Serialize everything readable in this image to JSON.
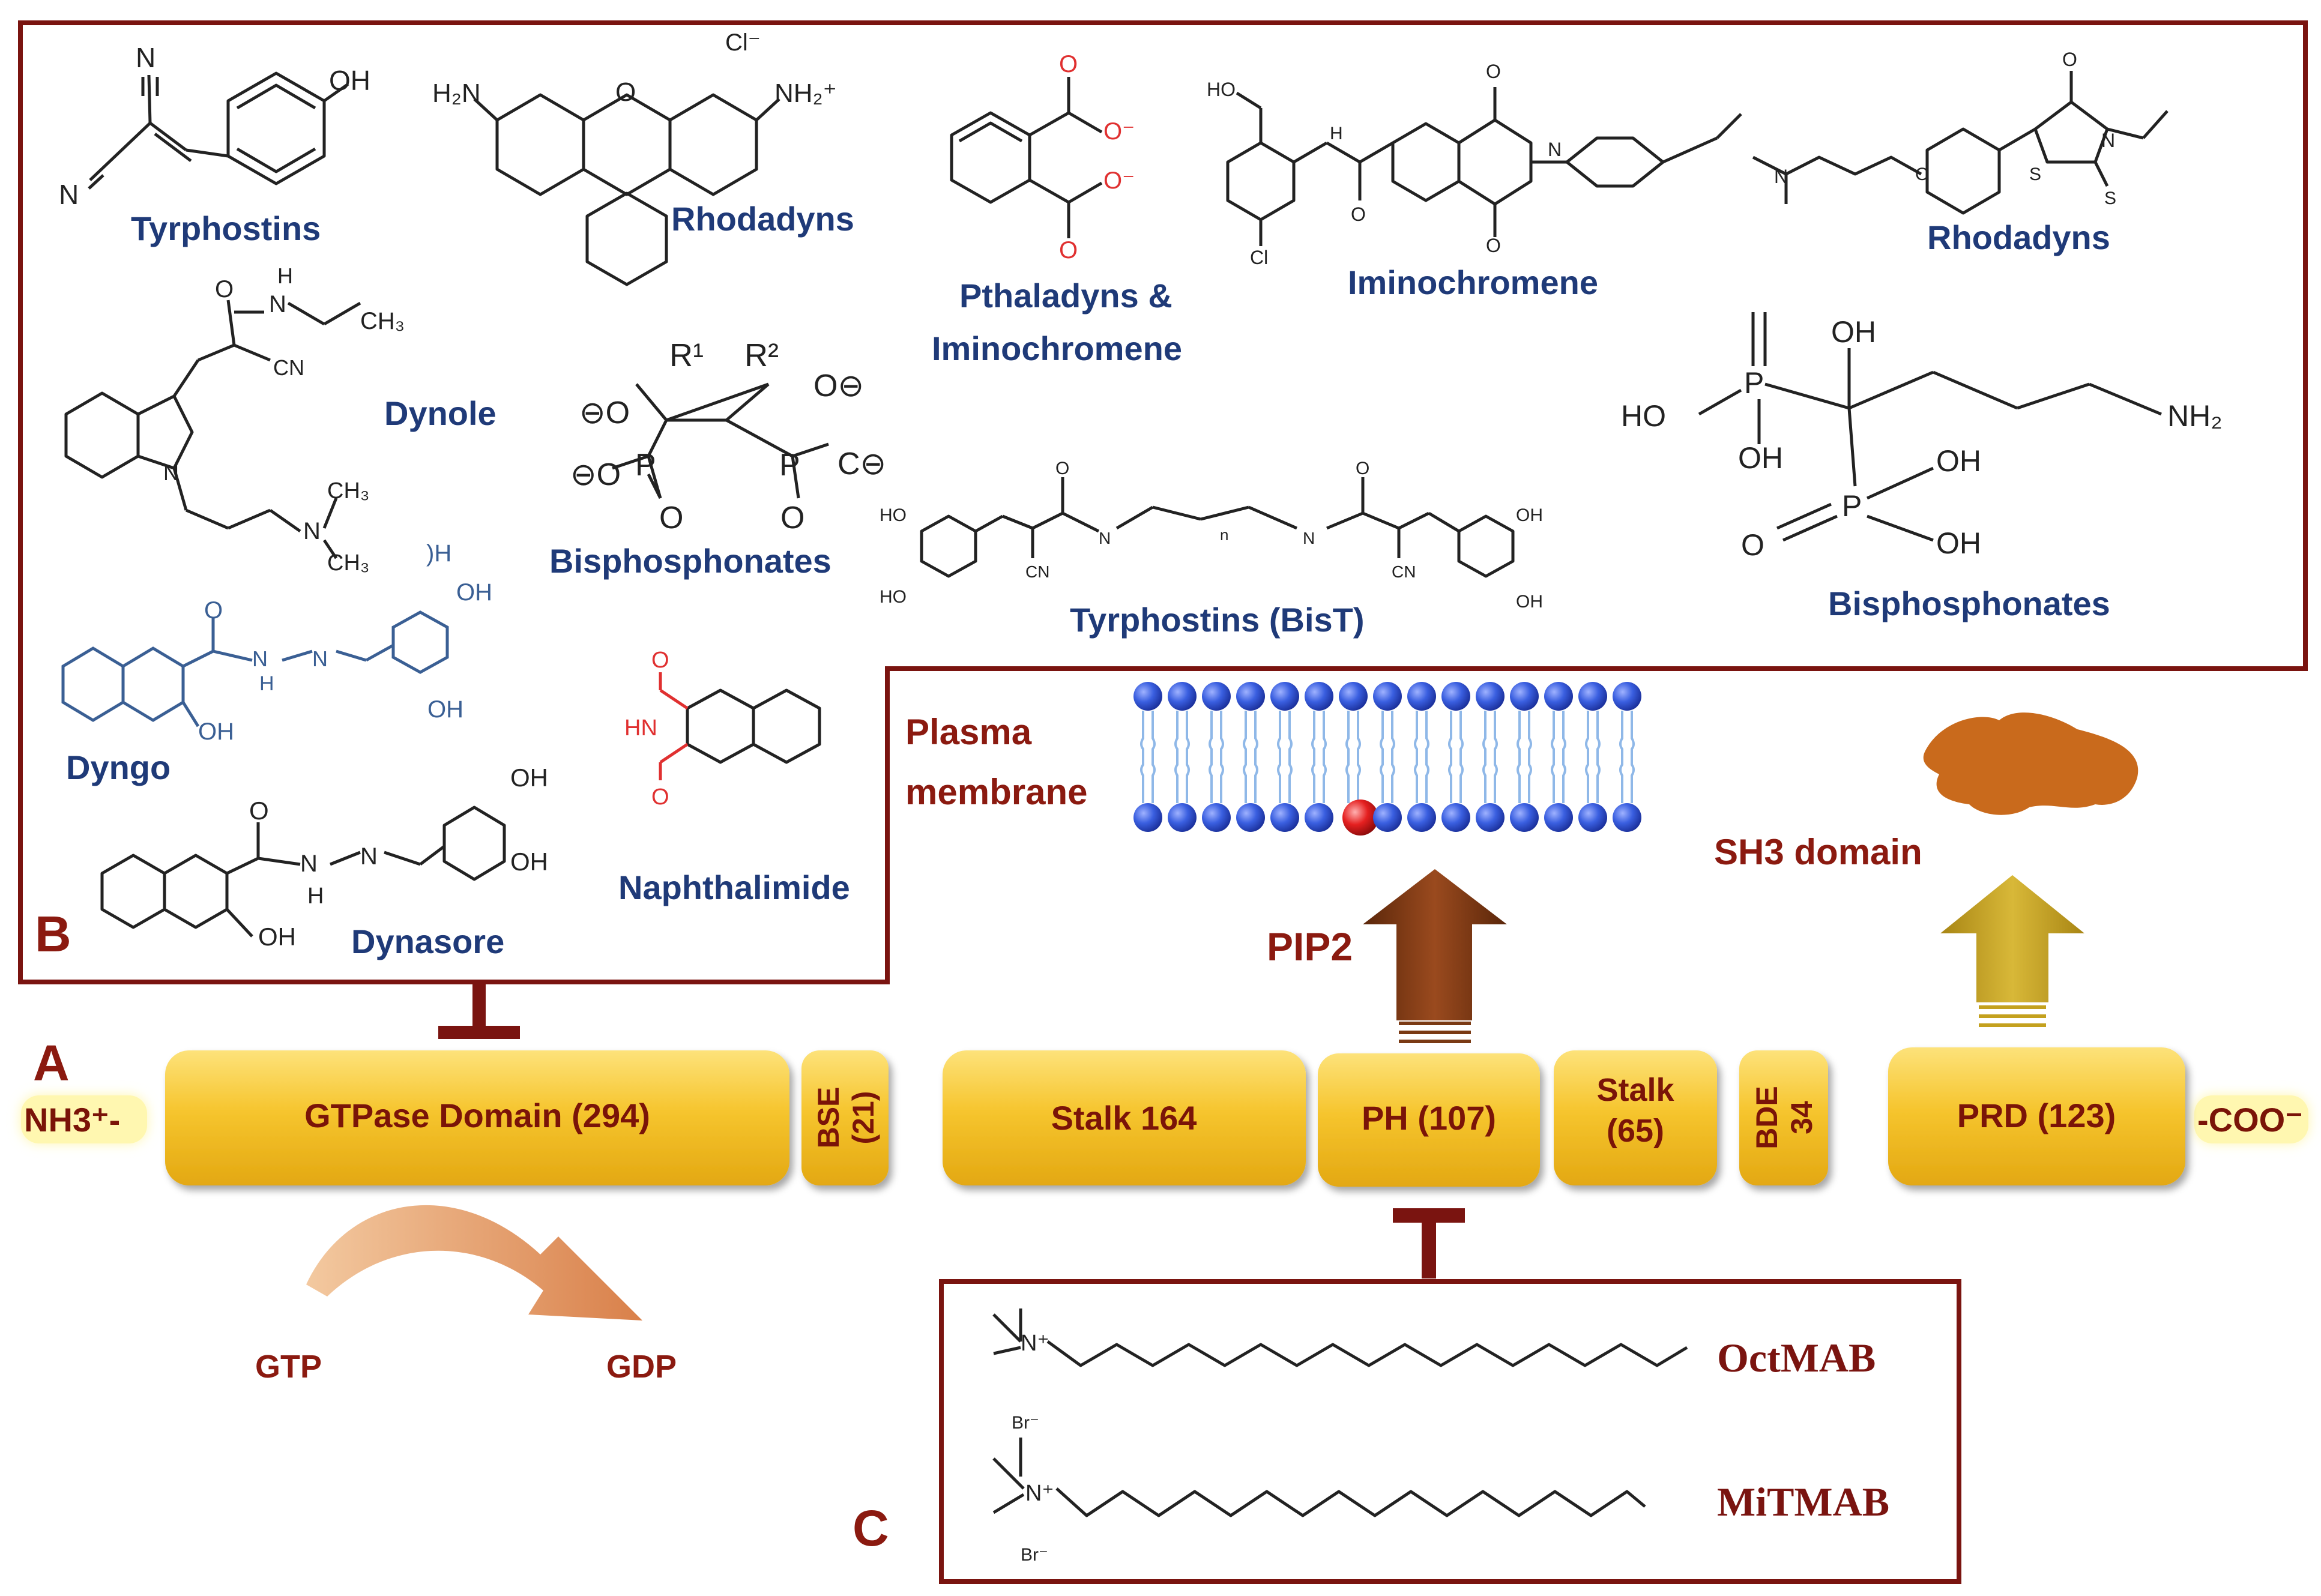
{
  "panels": {
    "a_letter": "A",
    "b_letter": "B",
    "c_letter": "C"
  },
  "domains": {
    "n_terminus": "NH3⁺-",
    "c_terminus": "-COO⁻",
    "items": [
      {
        "label": "GTPase Domain (294)"
      },
      {
        "label": "BSE (21)"
      },
      {
        "label": "Stalk 164"
      },
      {
        "label": "PH (107)"
      },
      {
        "label": "Stalk (65)"
      },
      {
        "label": "BDE 34"
      },
      {
        "label": "PRD (123)"
      }
    ]
  },
  "reaction": {
    "substrate": "GTP",
    "product": "GDP"
  },
  "membrane": {
    "label_line1": "Plasma",
    "label_line2": "membrane",
    "pip2": "PIP2"
  },
  "sh3": {
    "label": "SH3 domain"
  },
  "inhibitors_b": {
    "tyrphostins": "Tyrphostins",
    "rhodadyns_1": "Rhodadyns",
    "pthaladyns_line1": "Pthaladyns &",
    "pthaladyns_line2": "Iminochromene",
    "iminochromene": "Iminochromene",
    "rhodadyns_2": "Rhodadyns",
    "dynole": "Dynole",
    "bisphosphonates_1": "Bisphosphonates",
    "tyrphostins_bist": "Tyrphostins (BisT)",
    "bisphosphonates_2": "Bisphosphonates",
    "dyngo": "Dyngo",
    "dynasore": "Dynasore",
    "naphthalimide": "Naphthalimide"
  },
  "inhibitors_c": {
    "octmab": "OctMAB",
    "mitmab": "MiTMAB"
  },
  "colors": {
    "frame": "#7a1410",
    "domain_fill": "#f5c531",
    "navy_label": "#1f3a78",
    "pip2_arrow": "#7a3a14",
    "sh3_arrow": "#c4a11e",
    "sh3_blob": "#c96a1c",
    "gtp_arrow": "#d98b4c",
    "lipid_head": "#3a5fe0",
    "pip2_head": "#e52020"
  }
}
